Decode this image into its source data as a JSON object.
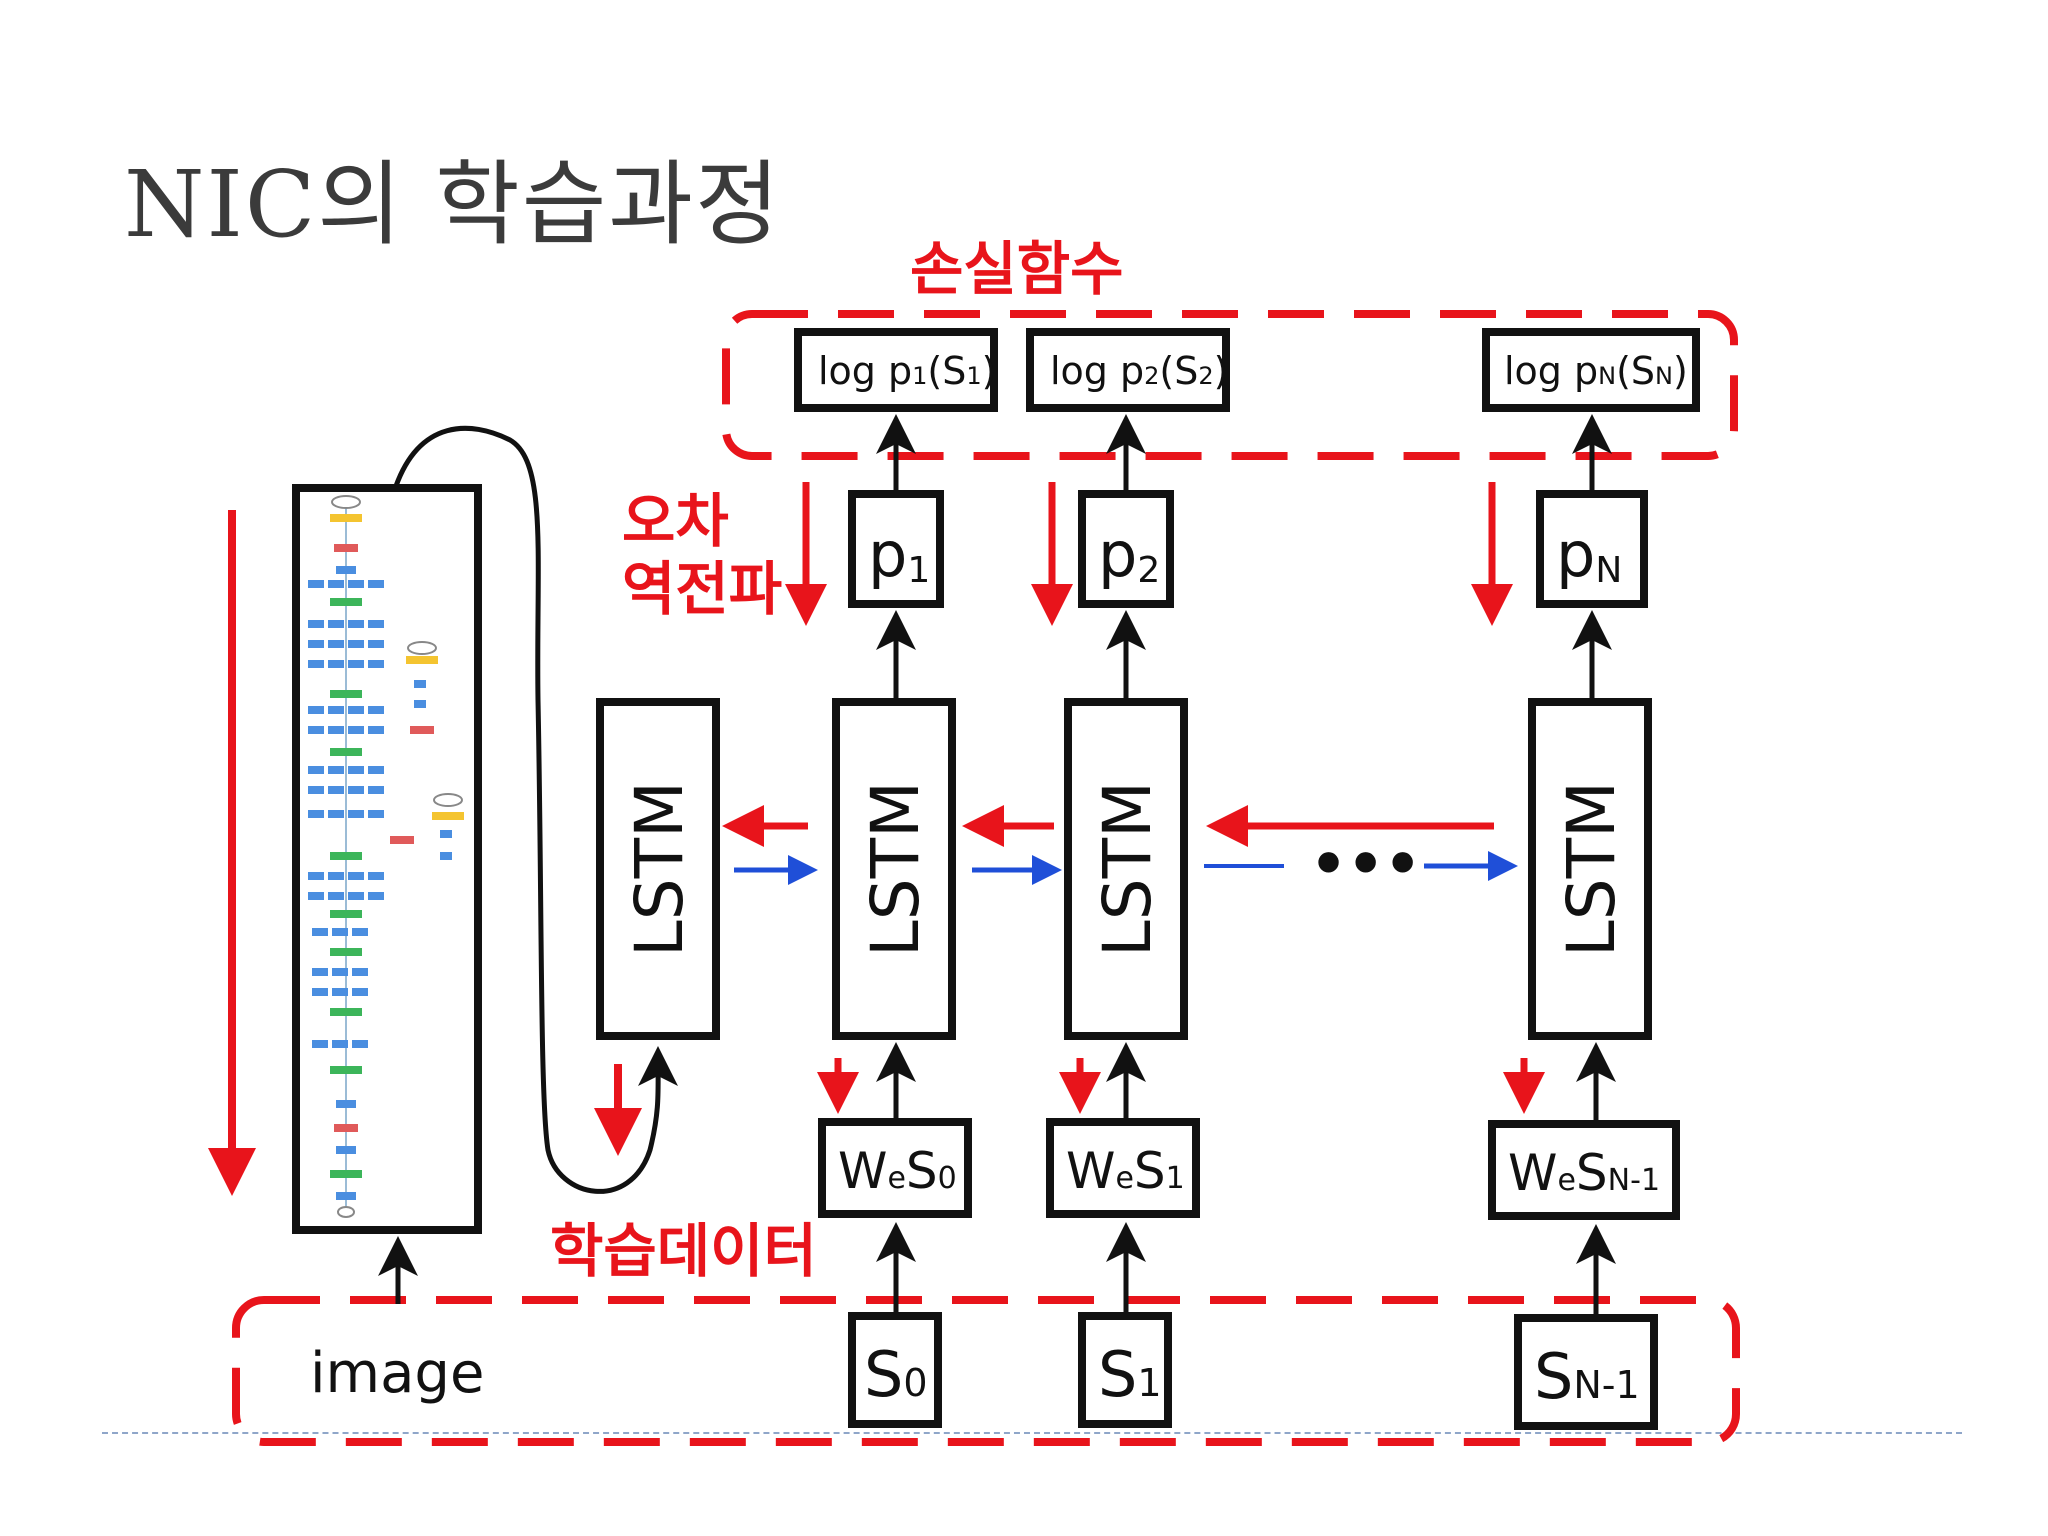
{
  "title": "NIC의  학습과정",
  "labels": {
    "loss_function": "손실함수",
    "backprop_line1": "오차",
    "backprop_line2": "역전파",
    "training_data": "학습데이터"
  },
  "nodes": {
    "image": "image",
    "lstm": "LSTM",
    "ellipsis": "•••",
    "log_probs": [
      {
        "pre": "log p",
        "sub1": "1",
        "mid": "(S",
        "sub2": "1",
        "post": ")"
      },
      {
        "pre": "log p",
        "sub1": "2",
        "mid": "(S",
        "sub2": "2",
        "post": ")"
      },
      {
        "pre": "log p",
        "sub1": "N",
        "mid": "(S",
        "sub2": "N",
        "post": ")"
      }
    ],
    "probs": [
      {
        "main": "p",
        "sub": "1"
      },
      {
        "main": "p",
        "sub": "2"
      },
      {
        "main": "p",
        "sub": "N"
      }
    ],
    "embeddings": [
      {
        "main": "W",
        "sub1": "e",
        "mid": "S",
        "sub2": "0"
      },
      {
        "main": "W",
        "sub1": "e",
        "mid": "S",
        "sub2": "1"
      },
      {
        "main": "W",
        "sub1": "e",
        "mid": "S",
        "sub2": "N-1"
      }
    ],
    "words": [
      {
        "main": "S",
        "sub": "0"
      },
      {
        "main": "S",
        "sub": "1"
      },
      {
        "main": "S",
        "sub": "N-1"
      }
    ]
  },
  "colors": {
    "annotation_red": "#e8141b",
    "forward_blue": "#1f4fd8",
    "box_black": "#111111",
    "title_gray": "#3b3b3b"
  }
}
